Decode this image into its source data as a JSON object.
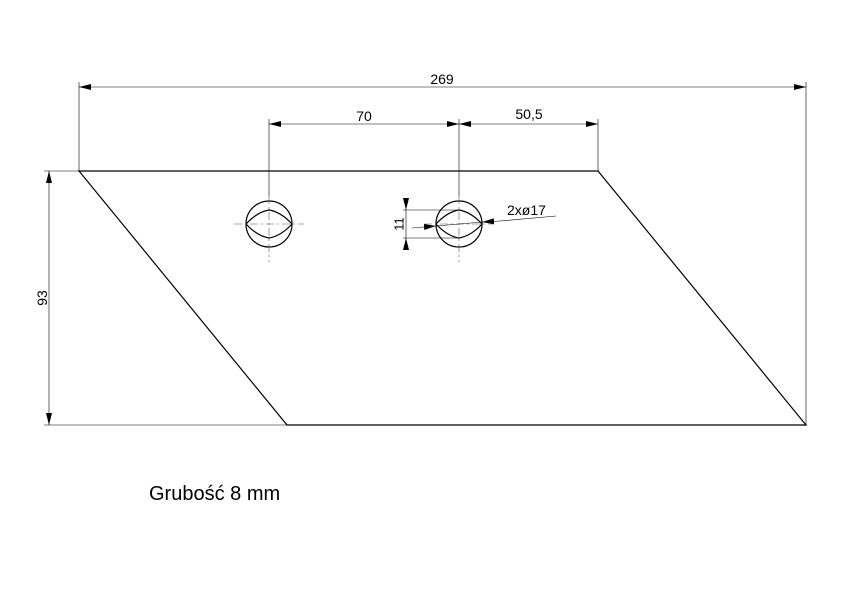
{
  "dimensions": {
    "overall_length": "269",
    "hole_spacing": "70",
    "hole_to_edge": "50,5",
    "height": "93",
    "slot_width": "11",
    "hole_diameter": "2xø17"
  },
  "note": "Grubość 8 mm"
}
